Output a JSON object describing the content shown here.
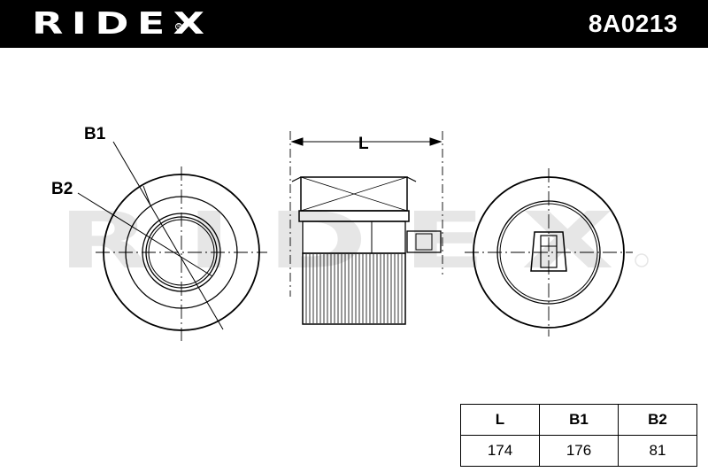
{
  "header": {
    "brand": "RIDEX",
    "part_number": "8A0213"
  },
  "watermark": {
    "text": "RIDEX"
  },
  "drawing": {
    "labels": {
      "L": "L",
      "B1": "B1",
      "B2": "B2"
    }
  },
  "dimensions": {
    "headers": [
      "L",
      "B1",
      "B2"
    ],
    "values": [
      "174",
      "176",
      "81"
    ]
  }
}
